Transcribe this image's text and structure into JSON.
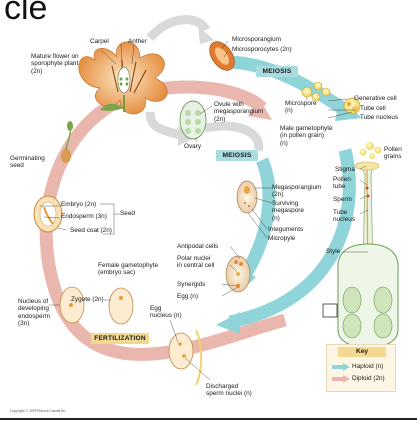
{
  "header_fragment": "cle",
  "stages": {
    "meiosis_top": "MEIOSIS",
    "meiosis_mid": "MEIOSIS",
    "fertilization": "FERTILIZATION"
  },
  "labels": {
    "carpel": "Carpel",
    "anther": "Anther",
    "mature_flower": "Mature flower on\nsporophyte plant\n(2n)",
    "microsporangium": "Microsporangium",
    "microsporocytes": "Microsporocytes (2n)",
    "ovule": "Ovule with\nmegasporangium\n(2n)",
    "ovary": "Ovary",
    "microspore": "Microspore\n(n)",
    "generative_cell": "Generative cell",
    "tube_cell": "Tube cell",
    "tube_nucleus_top": "Tube nucleus",
    "male_gametophyte": "Male gametophyte\n(in pollen grain)\n(n)",
    "pollen_grains": "Pollen\ngrains",
    "germinating_seed": "Germinating\nseed",
    "stigma": "Stigma",
    "pollen_tube": "Pollen\ntube",
    "sperm": "Sperm",
    "tube_nucleus_side": "Tube\nnucleus",
    "megasporangium": "Megasporangium\n(2n)",
    "surviving_megaspore": "Surviving\nmegaspore\n(n)",
    "integuments": "Integuments",
    "micropyle": "Micropyle",
    "embryo": "Embryo (2n)",
    "endosperm": "Endosperm (3n)",
    "seed_coat": "Seed coat (2n)",
    "seed": "Seed",
    "antipodal_cells": "Antipodal cells",
    "polar_nuclei": "Polar nuclei\nin central cell",
    "female_gametophyte": "Female gametophyte\n(embryo sac)",
    "synergids": "Synergids",
    "egg_n": "Egg (n)",
    "style": "Style",
    "nucleus_endosperm": "Nucleus of\ndeveloping\nendosperm\n(3n)",
    "zygote": "Zygote (2n)",
    "egg_nucleus": "Egg\nnucleus (n)",
    "discharged_sperm": "Discharged\nsperm nuclei (n)"
  },
  "key": {
    "title": "Key",
    "haploid": "Haploid (n)",
    "diploid": "Diploid (2n)",
    "haploid_color": "#8fd4d8",
    "diploid_color": "#e9b7ae"
  },
  "colors": {
    "haploid_arrow": "#8fd4d8",
    "diploid_arrow": "#e9b7ae",
    "grey_arrow": "#d9d9d9",
    "stage_box": "#a9dce0",
    "fertilization_box": "#f3d891"
  },
  "copyright": "Copyright © 2018 Pearson Canada Inc."
}
